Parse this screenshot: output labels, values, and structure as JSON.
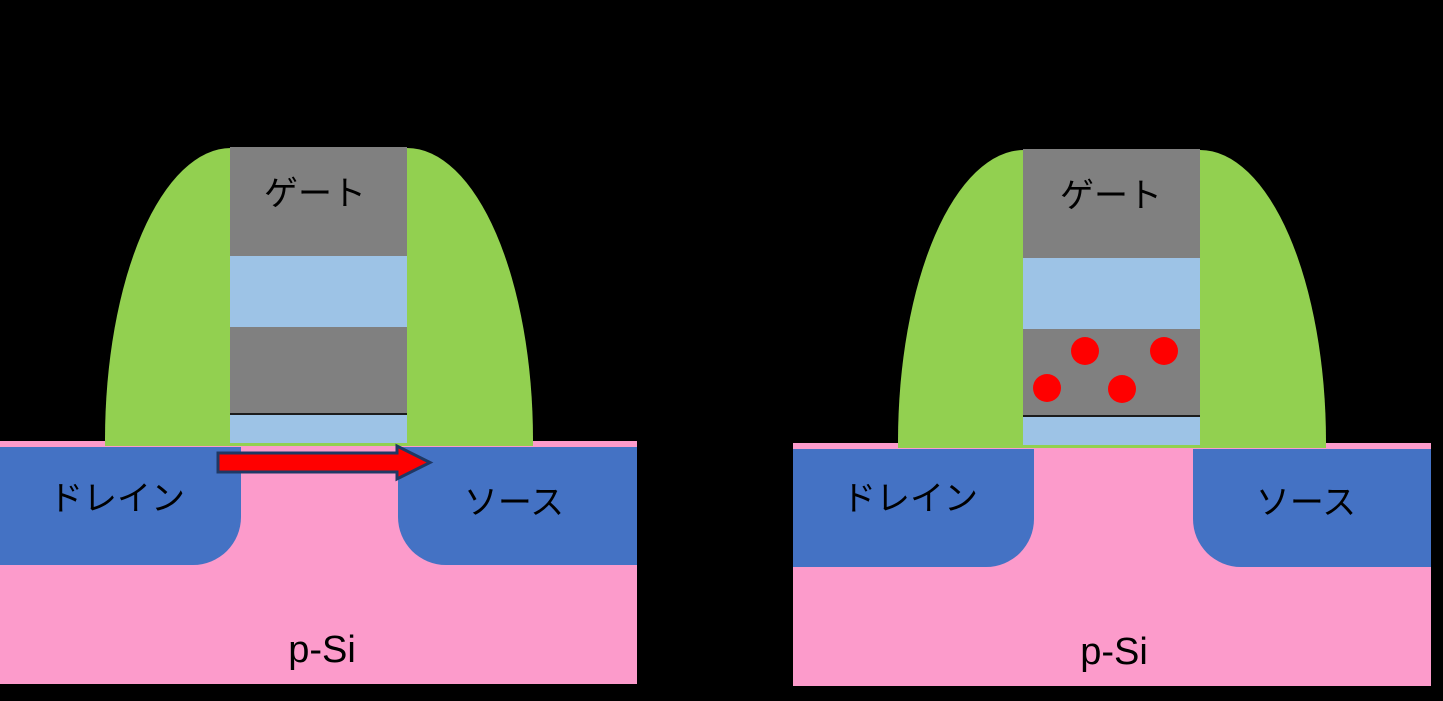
{
  "figure": {
    "background_color": "#000000"
  },
  "colors": {
    "substrate_pink": "#FC9BCB",
    "contact_blue": "#4472C4",
    "spacer_green": "#92D050",
    "gate_gray": "#808080",
    "oxide_blue": "#9DC3E6",
    "charge_red": "#FF0000",
    "arrow_fill": "#FF0000",
    "arrow_outline": "#1F3864",
    "label_text": "#000000"
  },
  "left_device": {
    "gate_label": "ゲート",
    "drain_label": "ドレイン",
    "source_label": "ソース",
    "substrate_label": "p-Si",
    "has_current_arrow": true,
    "charge_dot_count": 0
  },
  "right_device": {
    "gate_label": "ゲート",
    "drain_label": "ドレイン",
    "source_label": "ソース",
    "substrate_label": "p-Si",
    "has_current_arrow": false,
    "charge_dot_count": 4
  }
}
